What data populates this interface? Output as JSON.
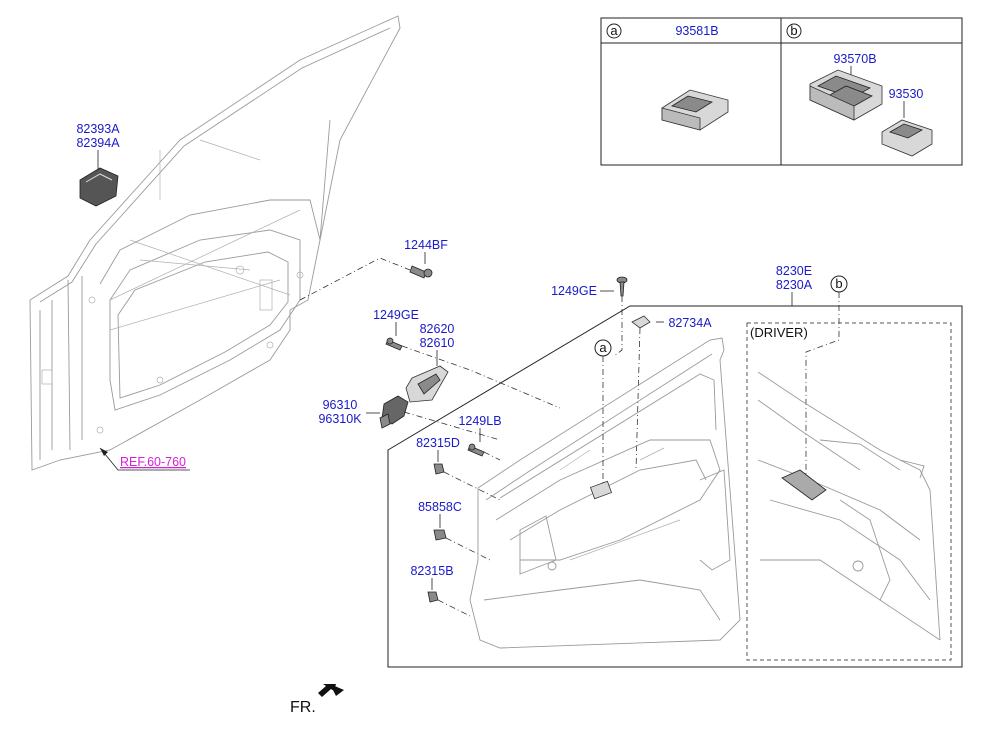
{
  "callouts": {
    "a": "a",
    "b": "b"
  },
  "inset_box": {
    "a_part": "93581B",
    "b_part_1": "93570B",
    "b_part_2": "93530"
  },
  "labels": {
    "p82393A": "82393A",
    "p82394A": "82394A",
    "p1244BF": "1244BF",
    "p1249GE_top": "1249GE",
    "p8230E": "8230E",
    "p8230A": "8230A",
    "p1249GE_left": "1249GE",
    "p82620": "82620",
    "p82610": "82610",
    "p82734A": "82734A",
    "p96310": "96310",
    "p96310K": "96310K",
    "p1249LB": "1249LB",
    "p82315D": "82315D",
    "p85858C": "85858C",
    "p82315B": "82315B",
    "ref": "REF.60-760"
  },
  "driver_label": "(DRIVER)",
  "direction": {
    "label": "FR.",
    "arrow_icon": "direction-arrow-icon"
  },
  "colors": {
    "part_label": "#1a1ac8",
    "ref_label": "#d61fd6",
    "drawing": "#9a9a9a"
  }
}
